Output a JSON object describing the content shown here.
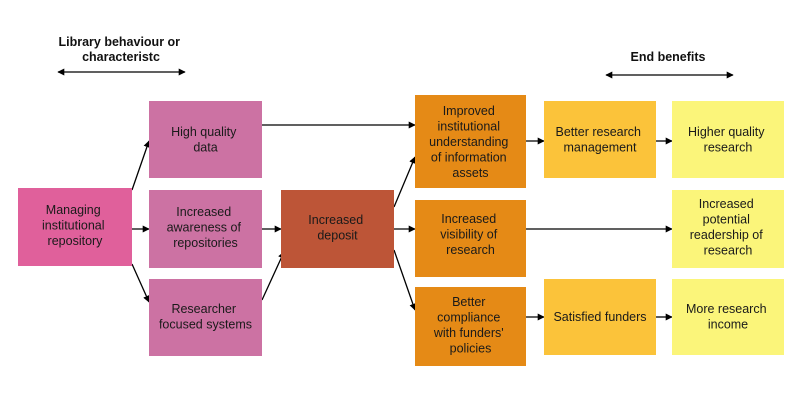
{
  "headings": {
    "left": [
      "Library behaviour or",
      "characteristc"
    ],
    "right": [
      "End benefits"
    ]
  },
  "nodes": {
    "managing": {
      "lines": [
        "Managing",
        "institutional",
        "repository"
      ],
      "color": "#e0609b"
    },
    "high_quality": {
      "lines": [
        "High quality",
        "data"
      ],
      "color": "#cc72a3"
    },
    "awareness": {
      "lines": [
        "Increased",
        "awareness of",
        "repositories"
      ],
      "color": "#cc72a3"
    },
    "researcher": {
      "lines": [
        "Researcher",
        "focused systems"
      ],
      "color": "#cc72a3"
    },
    "deposit": {
      "lines": [
        "Increased",
        "deposit"
      ],
      "color": "#bd5537"
    },
    "understanding": {
      "lines": [
        "Improved",
        "institutional",
        "understanding",
        "of information",
        "assets"
      ],
      "color": "#e58a16"
    },
    "visibility": {
      "lines": [
        "Increased",
        "visibility of",
        "research"
      ],
      "color": "#e58a16"
    },
    "compliance": {
      "lines": [
        "Better",
        "compliance",
        "with funders'",
        "policies"
      ],
      "color": "#e58a16"
    },
    "management": {
      "lines": [
        "Better research",
        "management"
      ],
      "color": "#fbc33a"
    },
    "funders": {
      "lines": [
        "Satisfied funders"
      ],
      "color": "#fbc33a"
    },
    "quality_research": {
      "lines": [
        "Higher quality",
        "research"
      ],
      "color": "#fbf57a"
    },
    "readership": {
      "lines": [
        "Increased",
        "potential",
        "readership of",
        "research"
      ],
      "color": "#fbf57a"
    },
    "income": {
      "lines": [
        "More research",
        "income"
      ],
      "color": "#fbf57a"
    }
  }
}
